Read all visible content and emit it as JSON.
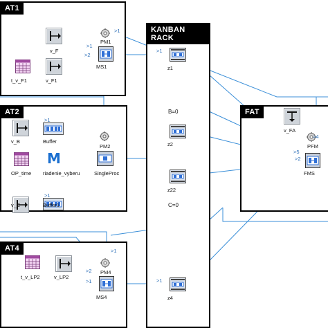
{
  "frames": {
    "at1": "AT1",
    "at2": "AT2",
    "at4": "AT4",
    "kanban": "KANBAN RACK",
    "fat": "FAT"
  },
  "at1": {
    "v_F": "v_F",
    "v_F1": "v_F1",
    "t_v_F1": "t_v_F1",
    "PM1": "PM1",
    "MS1": "MS1",
    "port_in1": ">1",
    "port_in2": ">2",
    "port_top": ">1"
  },
  "at2": {
    "v_B": "v_B",
    "Buffer": "Buffer",
    "OP_time": "OP_time",
    "riadenie": "riadenie_vyberu",
    "PM2": "PM2",
    "SingleProc": "SingleProc",
    "v_C": "v_C",
    "Buffer1": "Buffer1",
    "port_b": ">1",
    "port_b1": ">1",
    "m_glyph": "M"
  },
  "at4": {
    "t_v_LP2": "t_v_LP2",
    "v_LP2": "v_LP2",
    "PM4": "PM4",
    "MS4": "MS4",
    "port_in1": ">1",
    "port_in2": ">2",
    "port_top": ">1"
  },
  "kanban": {
    "z1": "z1",
    "z2": "z2",
    "z22": "z22",
    "z4": "z4",
    "b_label": "B=0",
    "c_label": "C=0",
    "port_z1": ">1",
    "port_z4": ">1"
  },
  "fat": {
    "v_FA": "v_FA",
    "PFM": "PFM",
    "FMS": "FMS",
    "port_5": ">5",
    "port_2": ">2",
    "port_4": ">4"
  },
  "colors": {
    "wire": "#3b8fd8",
    "frame": "#000000",
    "title_bg": "#000000",
    "block_blue": "#2f6fd6"
  }
}
